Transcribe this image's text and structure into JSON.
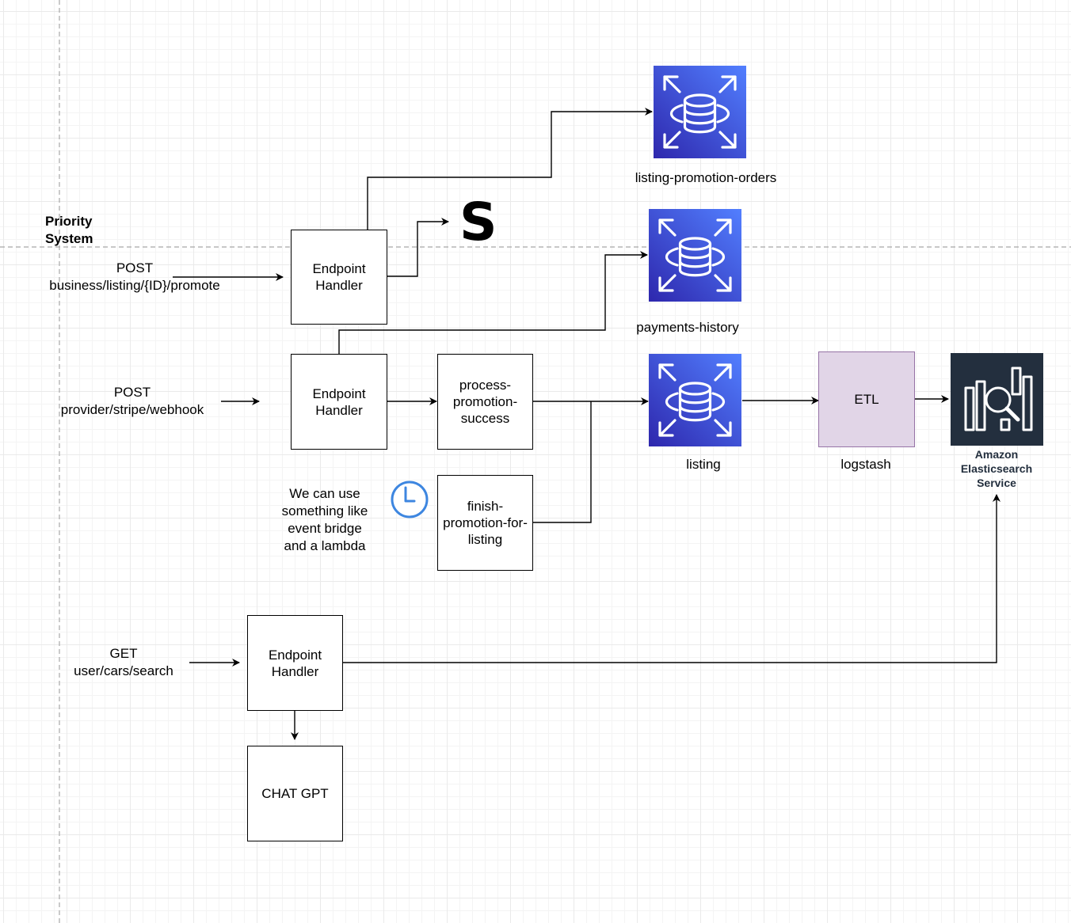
{
  "region": {
    "title": "Priority\nSystem"
  },
  "requests": {
    "promote": "POST\nbusiness/listing/{ID}/promote",
    "webhook": "POST\nprovider/stripe/webhook",
    "search": "GET\nuser/cars/search"
  },
  "boxes": {
    "handler_promote": "Endpoint\nHandler",
    "handler_webhook": "Endpoint\nHandler",
    "handler_search": "Endpoint\nHandler",
    "process_success": "process-\npromotion-\nsuccess",
    "finish_promotion": "finish-\npromotion-for-\nlisting",
    "etl": "ETL",
    "chat_gpt": "CHAT GPT"
  },
  "databases": {
    "orders": "listing-promotion-orders",
    "payments": "payments-history",
    "listing": "listing"
  },
  "etl_label": "logstash",
  "elasticsearch": {
    "label": "Amazon\nElasticsearch\nService"
  },
  "note": "We can use\nsomething like\nevent bridge\nand a lambda",
  "stripe_glyph": "S",
  "icons": {
    "database": "rds-database-icon",
    "elasticsearch": "elasticsearch-service-icon",
    "clock": "clock-icon",
    "stripe": "stripe-icon"
  },
  "colors": {
    "db_gradient_top": "#4d5ee8",
    "db_gradient_bottom": "#2e27ad",
    "etl_fill": "#e1d5e7",
    "etl_stroke": "#9673a6",
    "elasticsearch_bg": "#232f3e",
    "clock": "#3d86e0"
  }
}
